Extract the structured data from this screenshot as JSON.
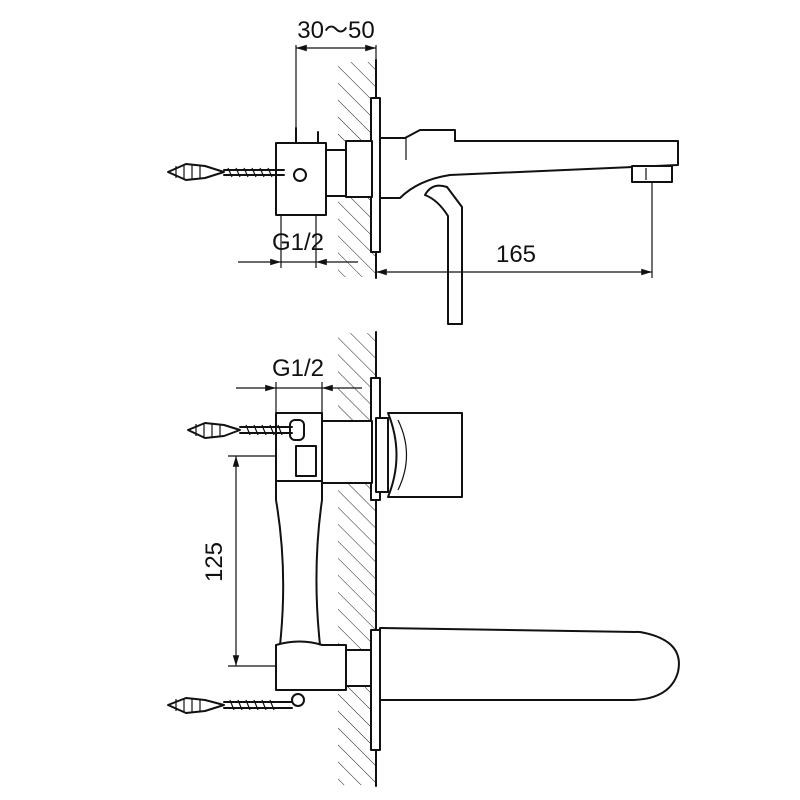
{
  "diagram": {
    "top_view": {
      "dim_depth_label": "30～50",
      "dim_thread_label": "G1/2",
      "dim_spout_label": "165"
    },
    "front_view": {
      "dim_thread_label": "G1/2",
      "dim_spacing_label": "125"
    }
  },
  "colors": {
    "line": "#111111",
    "background": "#ffffff"
  }
}
